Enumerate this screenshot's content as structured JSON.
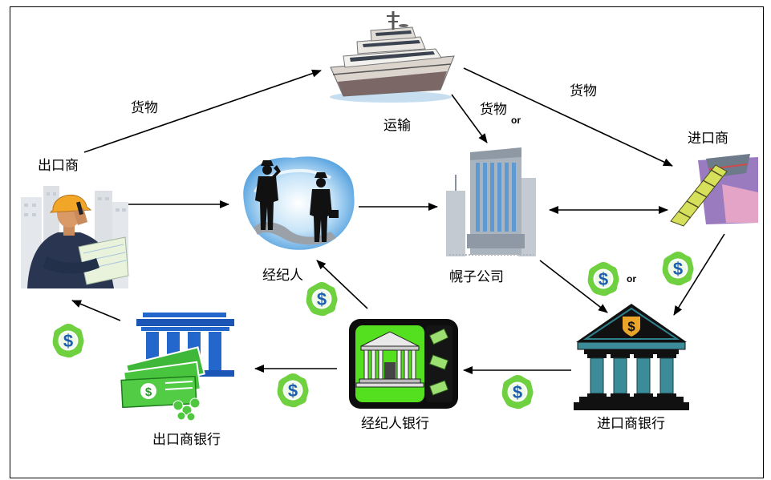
{
  "diagram": {
    "currency_symbol": "$",
    "payment_icon": "dollar-coin-icon",
    "nodes": {
      "exporter": {
        "label": "出口商",
        "icon": "exporter-icon"
      },
      "shipping": {
        "label": "运输",
        "icon": "ship-icon"
      },
      "importer": {
        "label": "进口商",
        "icon": "importer-icon"
      },
      "broker": {
        "label": "经纪人",
        "icon": "broker-icon"
      },
      "shell_company": {
        "label": "幌子公司",
        "icon": "office-building-icon"
      },
      "importer_bank": {
        "label": "进口商银行",
        "icon": "bank-icon"
      },
      "broker_bank": {
        "label": "经纪人银行",
        "icon": "bank-icon"
      },
      "exporter_bank": {
        "label": "出口商银行",
        "icon": "bank-cash-icon"
      }
    },
    "edge_labels": {
      "goods_exporter_to_ship": "货物",
      "goods_ship_to_shell_company": "货物",
      "goods_ship_to_shell_company_or": "or",
      "goods_ship_to_importer": "货物",
      "payment_or": "or"
    }
  },
  "colors": {
    "coin_green": "#6fd040",
    "dollar_blue": "#1e5db0",
    "importer_bank_teal": "#3b8c98",
    "broker_bank_green": "#54e01e",
    "exporter_bank_blue": "#2366cc",
    "arrow": "#000000"
  }
}
